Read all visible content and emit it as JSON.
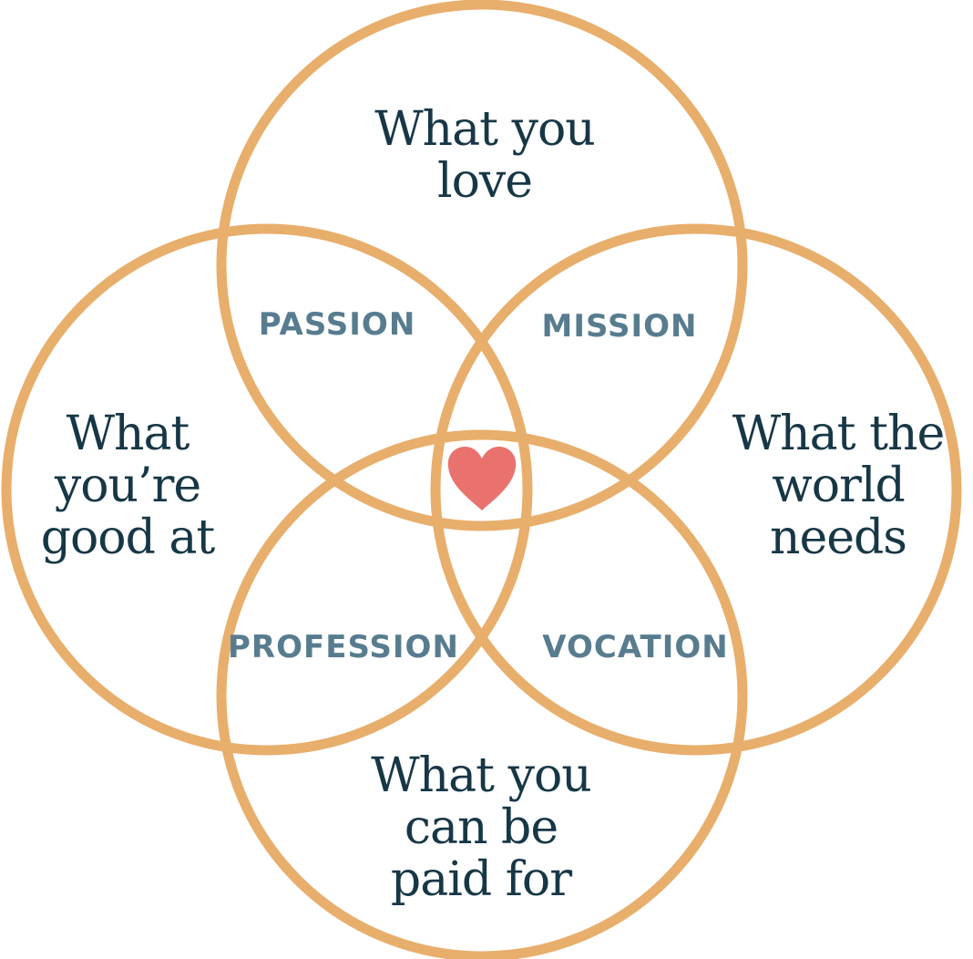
{
  "colors": {
    "ring": "#E8AE6C",
    "circle_text": "#163746",
    "overlap_text": "#587C8F",
    "heart": "#E9726F"
  },
  "circles": {
    "love": [
      "What you",
      "love"
    ],
    "good_at": [
      "What",
      "you’re",
      "good at"
    ],
    "world_needs": [
      "What the",
      "world",
      "needs"
    ],
    "paid_for": [
      "What you",
      "can be",
      "paid for"
    ]
  },
  "overlaps": {
    "passion": "PASSION",
    "mission": "MISSION",
    "profession": "PROFESSION",
    "vocation": "VOCATION"
  },
  "center": {
    "icon": "heart-icon"
  }
}
